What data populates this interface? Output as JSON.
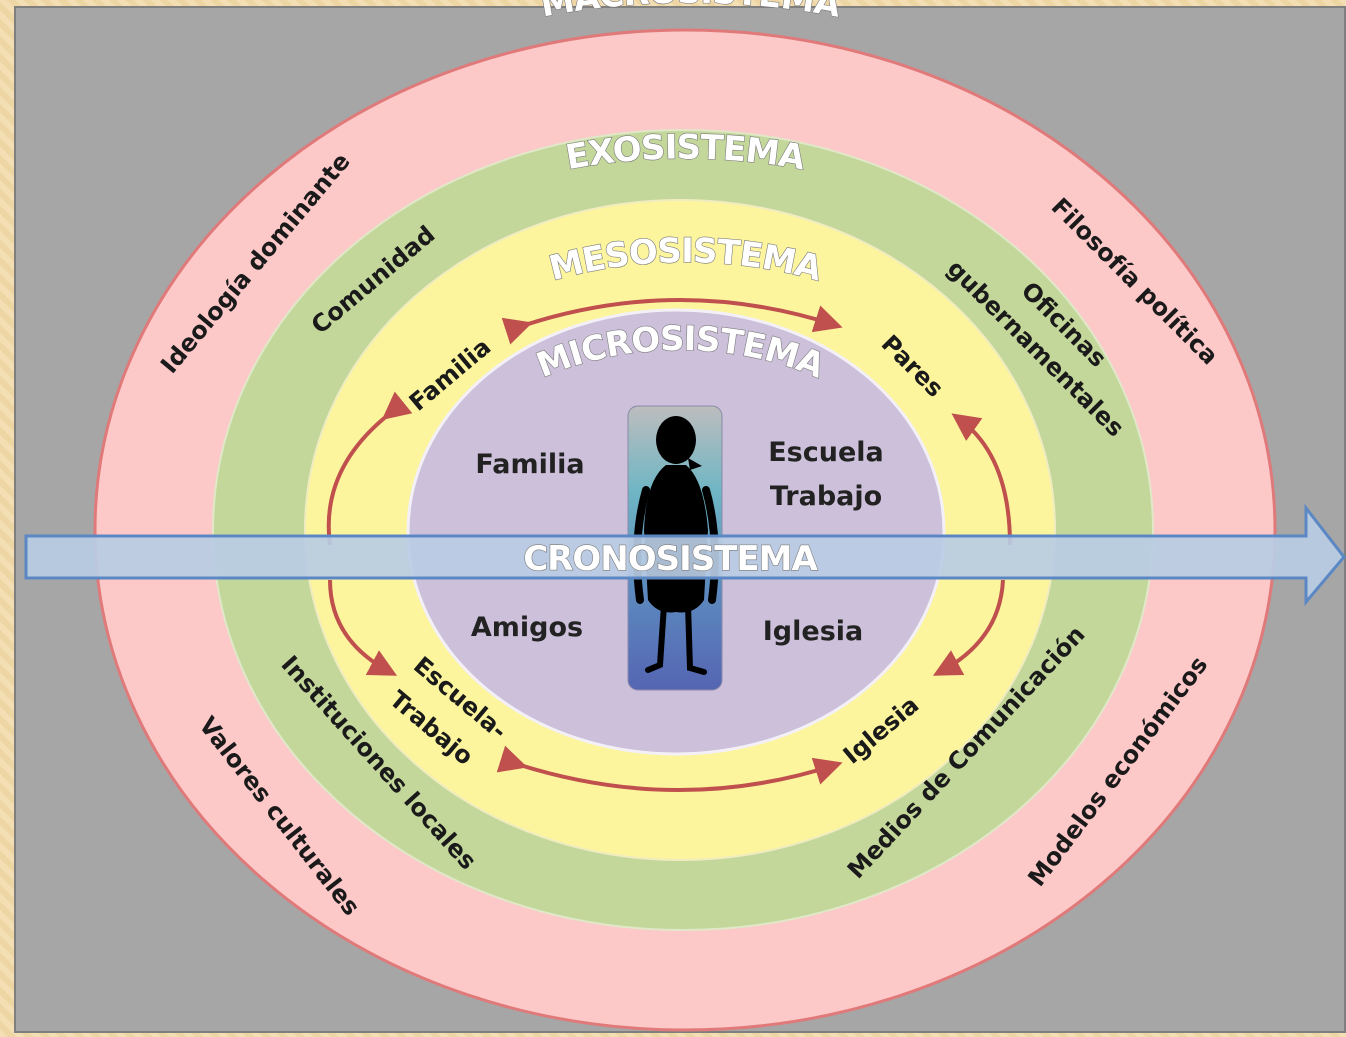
{
  "layers": {
    "macro": {
      "title": "MACROSISTEMA",
      "items": [
        "Ideología dominante",
        "Filosofía política",
        "Valores culturales",
        "Modelos económicos"
      ]
    },
    "exo": {
      "title": "EXOSISTEMA",
      "items": [
        "Comunidad",
        "Oficinas",
        "gubernamentales",
        "Instituciones locales",
        "Medios de Comunicación"
      ]
    },
    "meso": {
      "title": "MESOSISTEMA",
      "items": [
        "Familia",
        "Pares",
        "Escuela-",
        "Trabajo",
        "Iglesia"
      ]
    },
    "micro": {
      "title": "MICROSISTEMA",
      "items": [
        "Familia",
        "Escuela",
        "Trabajo",
        "Amigos",
        "Iglesia"
      ]
    }
  },
  "crono": {
    "title": "CRONOSISTEMA"
  },
  "colors": {
    "macro": "#fcc8c8",
    "exo": "#c4d79b",
    "meso": "#fcf59e",
    "micro": "#ccc0da",
    "arrow": "#b8cce4",
    "relation_arrows": "#c0504d",
    "background": "#a6a6a6"
  },
  "icons": {
    "center": "person-silhouette-icon"
  }
}
